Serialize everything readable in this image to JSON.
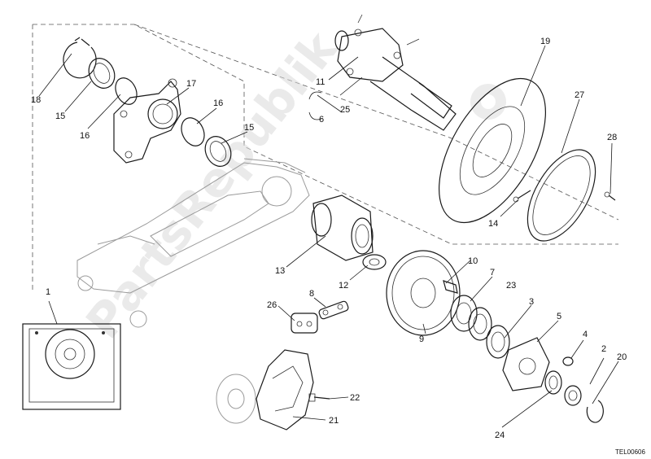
{
  "drawing_code": "TEL00606",
  "watermark": "PartsRepublik",
  "callouts": {
    "c1": "1",
    "c2": "2",
    "c3": "3",
    "c4": "4",
    "c5": "5",
    "c6": "6",
    "c7": "7",
    "c8": "8",
    "c9": "9",
    "c10": "10",
    "c11": "11",
    "c12": "12",
    "c13": "13",
    "c14": "14",
    "c15a": "15",
    "c15b": "15",
    "c16a": "16",
    "c16b": "16",
    "c17": "17",
    "c18": "18",
    "c19": "19",
    "c20": "20",
    "c21": "21",
    "c22": "22",
    "c23": "23",
    "c24": "24",
    "c25": "25",
    "c26": "26",
    "c27": "27",
    "c28": "28"
  }
}
